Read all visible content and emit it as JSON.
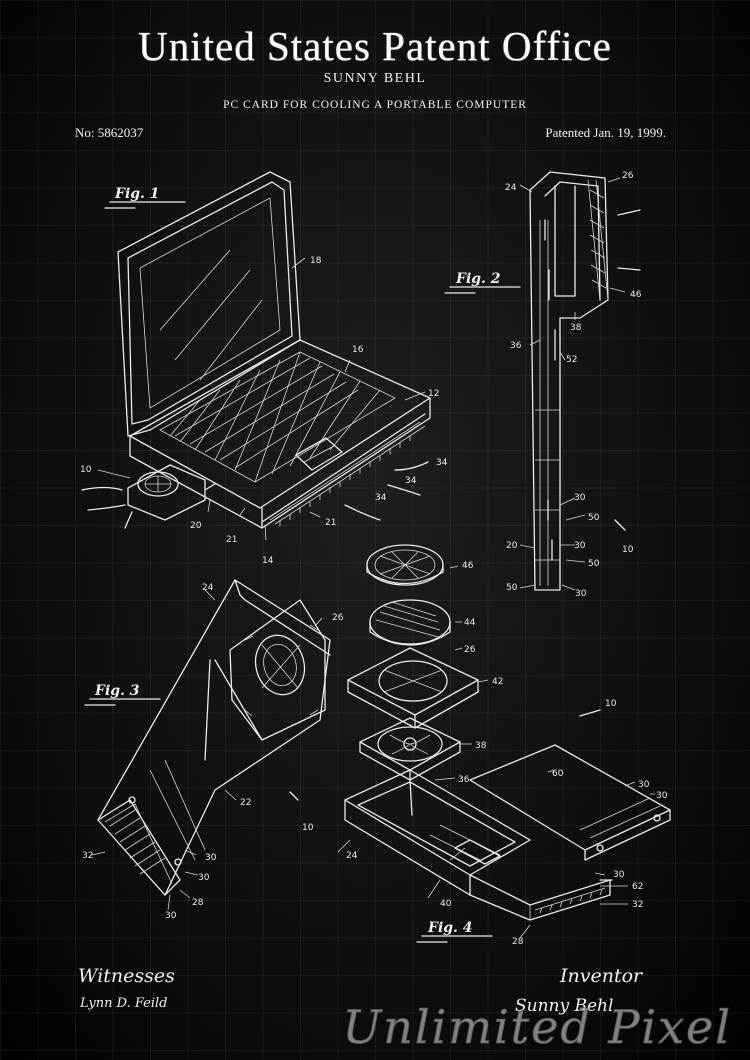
{
  "header": {
    "title": "United States Patent Office",
    "inventor_name": "SUNNY BEHL",
    "subtitle": "PC CARD FOR COOLING A PORTABLE COMPUTER",
    "patent_no": "No: 5862037",
    "patent_date": "Patented Jan. 19, 1999."
  },
  "figures": {
    "fig1": "Fig. 1",
    "fig2": "Fig. 2",
    "fig3": "Fig. 3",
    "fig4": "Fig. 4"
  },
  "reference_numerals": {
    "fig1": [
      "18",
      "16",
      "12",
      "10",
      "34",
      "34",
      "34",
      "20",
      "21",
      "21",
      "14"
    ],
    "fig2": [
      "24",
      "26",
      "46",
      "38",
      "36",
      "52",
      "30",
      "50",
      "30",
      "50",
      "20",
      "50",
      "30",
      "10"
    ],
    "fig3": [
      "24",
      "26",
      "22",
      "10",
      "32",
      "30",
      "30",
      "28",
      "30"
    ],
    "fig4": [
      "46",
      "44",
      "26",
      "42",
      "10",
      "38",
      "36",
      "60",
      "30",
      "30",
      "24",
      "40",
      "30",
      "62",
      "32",
      "28"
    ]
  },
  "footer": {
    "witnesses_label": "Witnesses",
    "witness_signature": "Lynn D. Feild",
    "inventor_label": "Inventor",
    "inventor_signature": "Sunny Behl"
  },
  "watermark": "Unlimited Pixel",
  "colors": {
    "background": "#0f0f0f",
    "ink": "#f2f2f2",
    "grid": "#2a2a2a"
  }
}
